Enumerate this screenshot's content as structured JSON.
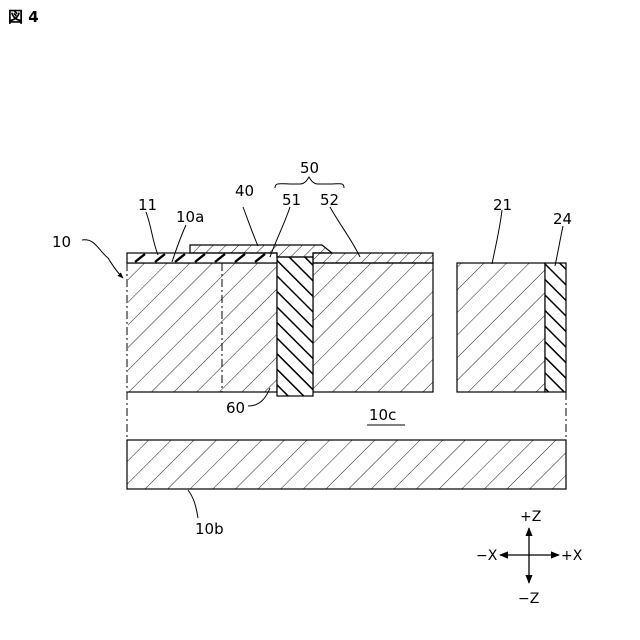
{
  "figure": {
    "title": "図 4"
  },
  "labels": {
    "l10": "10",
    "l11": "11",
    "l10a": "10a",
    "l40": "40",
    "l50": "50",
    "l51": "51",
    "l52": "52",
    "l21": "21",
    "l24": "24",
    "l60": "60",
    "l10c": "10c",
    "l10b": "10b"
  },
  "axes": {
    "plus_z": "+Z",
    "minus_z": "−Z",
    "plus_x": "+X",
    "minus_x": "−X"
  }
}
